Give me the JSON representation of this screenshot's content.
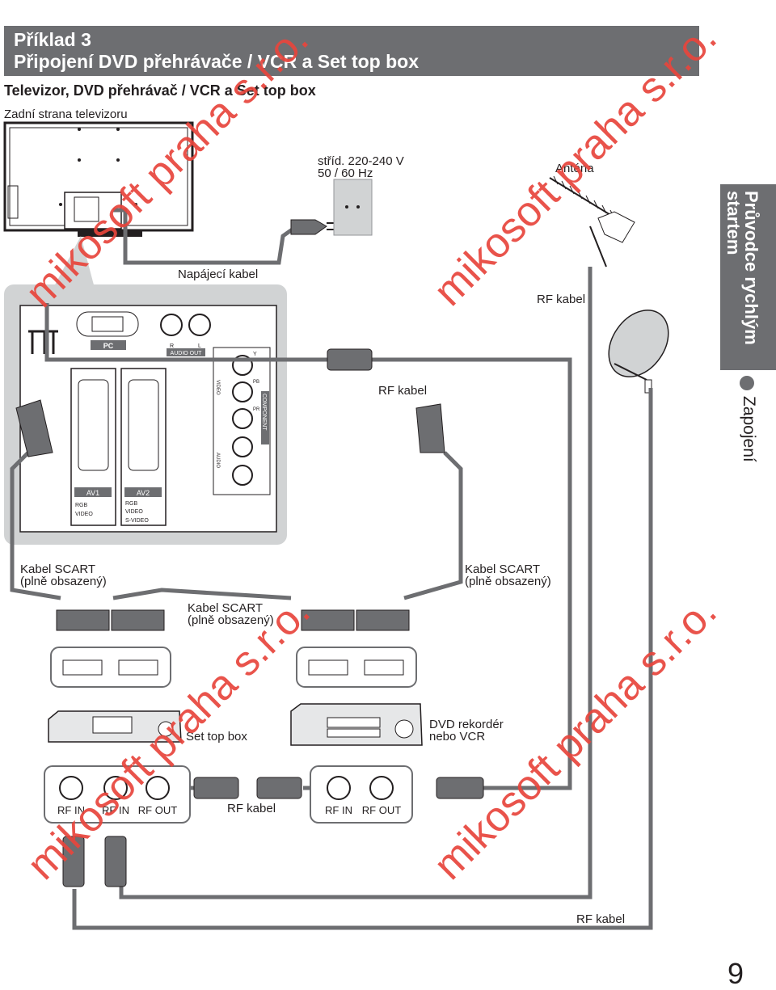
{
  "header": {
    "line1": "Příklad 3",
    "line2": "Připojení DVD přehrávače / VCR a Set top box"
  },
  "subtitle": "Televizor, DVD přehrávač / VCR a Set top box",
  "tv_back_label": "Zadní strana televizoru",
  "sidebar": {
    "title_line1": "Průvodce rychlým",
    "title_line2": "startem",
    "section": "Zapojení"
  },
  "page_number": "9",
  "watermark": "mikosoft praha s.r.o.",
  "labels": {
    "power_spec_1": "stříd. 220-240 V",
    "power_spec_2": "50 / 60 Hz",
    "antenna": "Anténa",
    "power_cable": "Napájecí kabel",
    "rf_kabel_1": "RF kabel",
    "rf_kabel_2": "RF kabel",
    "rf_kabel_3": "RF kabel",
    "rf_kabel_4": "RF kabel",
    "scart_left_1": "Kabel SCART",
    "scart_left_2": "(plně obsazený)",
    "scart_right_1": "Kabel SCART",
    "scart_right_2": "(plně obsazený)",
    "scart_mid_1": "Kabel SCART",
    "scart_mid_2": "(plně obsazený)",
    "stb": "Set top box",
    "dvd_1": "DVD rekordér",
    "dvd_2": "nebo VCR"
  },
  "panel": {
    "pc": "PC",
    "r": "R",
    "l": "L",
    "audio_out": "AUDIO OUT",
    "av1": "AV1",
    "av2": "AV2",
    "rgb": "RGB",
    "video": "VIDEO",
    "svideo": "S-VIDEO",
    "y": "Y",
    "pb": "PB",
    "pr": "PR",
    "video_v": "VIDEO",
    "audio_v": "AUDIO",
    "component": "COMPONENT"
  },
  "ports": {
    "stb_rf_in_1": "RF IN",
    "stb_rf_in_2": "RF IN",
    "stb_rf_out": "RF OUT",
    "dvd_rf_in": "RF IN",
    "dvd_rf_out": "RF OUT"
  }
}
